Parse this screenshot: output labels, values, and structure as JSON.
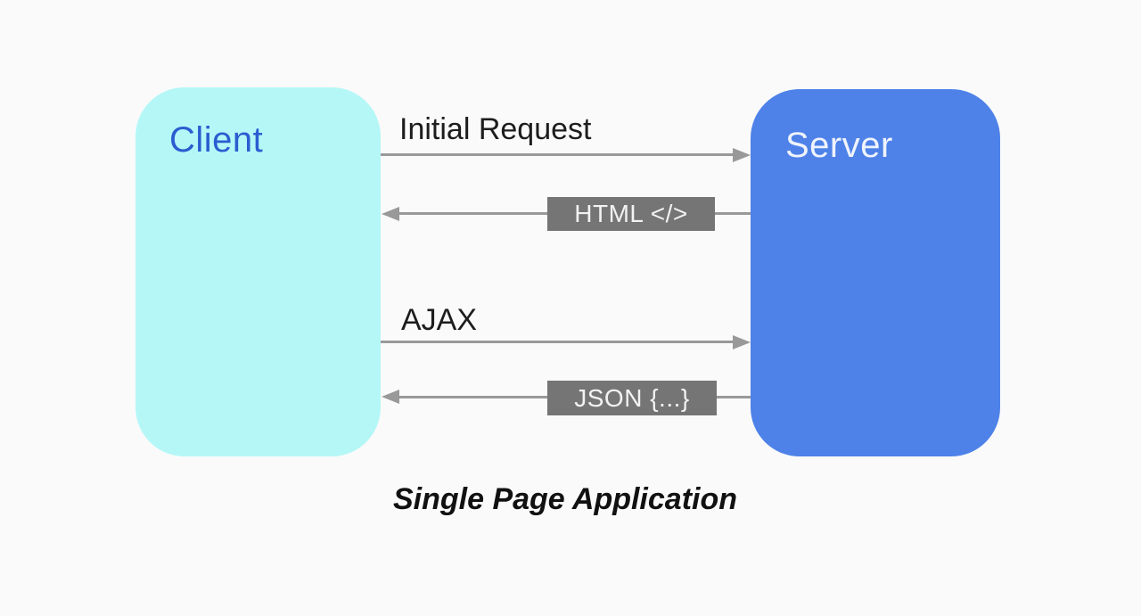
{
  "diagram": {
    "title": "Single Page Application",
    "client": {
      "label": "Client"
    },
    "server": {
      "label": "Server"
    },
    "flows": [
      {
        "label": "Initial Request",
        "from": "client",
        "to": "server",
        "label_style": "plain"
      },
      {
        "label": "HTML </>",
        "from": "server",
        "to": "client",
        "label_style": "boxed"
      },
      {
        "label": "AJAX",
        "from": "client",
        "to": "server",
        "label_style": "plain"
      },
      {
        "label": "JSON {...}",
        "from": "server",
        "to": "client",
        "label_style": "boxed"
      }
    ],
    "colors": {
      "background": "#fafafa",
      "client_fill": "#b5f7f7",
      "client_text": "#2b5dd0",
      "server_fill": "#4e82e8",
      "server_text": "#eff3fc",
      "arrow": "#999999",
      "tag_fill": "#757575",
      "tag_text": "#f2f2f2",
      "flow_text": "#1d1d1d",
      "title_text": "#111111"
    }
  }
}
